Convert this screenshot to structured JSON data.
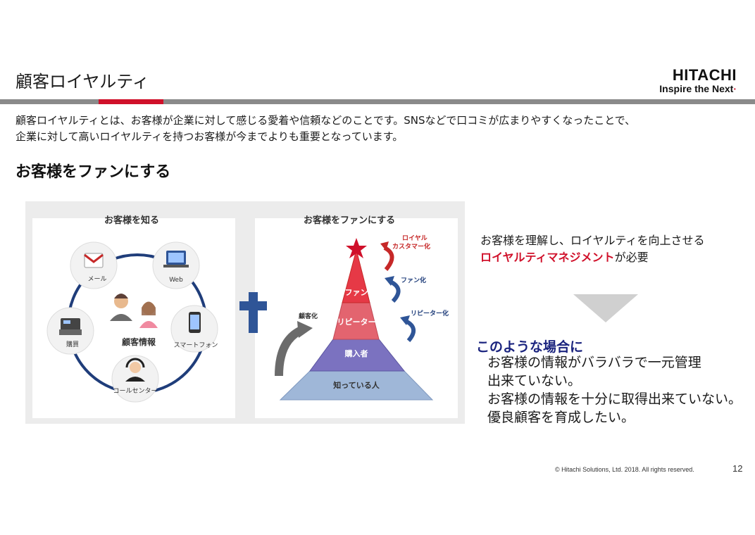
{
  "header": {
    "title": "顧客ロイヤルティ",
    "logo_line1": "HITACHI",
    "logo_line2": "Inspire the Next",
    "brand_red": "#d0102a",
    "rule_gray": "#8a8a8a"
  },
  "intro": {
    "line1": "顧客ロイヤルティとは、お客様が企業に対して感じる愛着や信頼などのことです。SNSなどで口コミが広まりやすくなったことで、",
    "line2": "企業に対して高いロイヤルティを持つお客様が今までよりも重要となっています。"
  },
  "section_heading": "お客様をファンにする",
  "figure": {
    "left_panel": {
      "title": "お客様を知る",
      "center_label": "顧客情報",
      "channels": {
        "mail": "メール",
        "web": "Web",
        "phone": "スマートフォン",
        "call_center": "コールセンター",
        "purchase": "購買"
      }
    },
    "right_panel": {
      "title": "お客様をファンにする",
      "tiers": {
        "top": "ファン",
        "second": "リピーター",
        "third": "購入者",
        "base": "知っている人"
      },
      "arrows": {
        "loyal_line1": "ロイヤル",
        "loyal_line2": "カスタマー化",
        "fan": "ファン化",
        "repeater": "リピーター化",
        "customer": "顧客化"
      }
    },
    "plus_color": "#2f5597"
  },
  "right_text": {
    "line1": "お客様を理解し、ロイヤルティを向上させる",
    "highlight": "ロイヤルティマネジメント",
    "suffix": "が必要",
    "case_heading": "このような場合に",
    "cases": [
      "お客様の情報がバラバラで一元管理",
      "出来ていない。",
      "お客様の情報を十分に取得出来ていない。",
      "優良顧客を育成したい。"
    ]
  },
  "footer": {
    "copyright": "© Hitachi Solutions, Ltd. 2018. All rights reserved.",
    "page_number": "12"
  }
}
